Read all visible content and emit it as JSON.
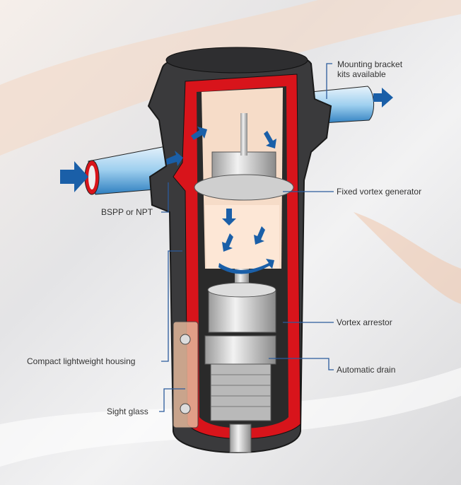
{
  "labels": {
    "mounting_bracket_line1": "Mounting bracket",
    "mounting_bracket_line2": "kits available",
    "fixed_vortex_generator": "Fixed vortex generator",
    "bspp_or_npt": "BSPP or NPT",
    "vortex_arrestor": "Vortex arrestor",
    "compact_housing": "Compact lightweight housing",
    "automatic_drain": "Automatic drain",
    "sight_glass": "Sight glass"
  },
  "colors": {
    "housing": "#3a3a3c",
    "cutaway": "#d8141b",
    "flow_arrow": "#1a5fa8",
    "leader_line": "#2b5b9c",
    "inner_chamber": "#f6dcc8"
  }
}
